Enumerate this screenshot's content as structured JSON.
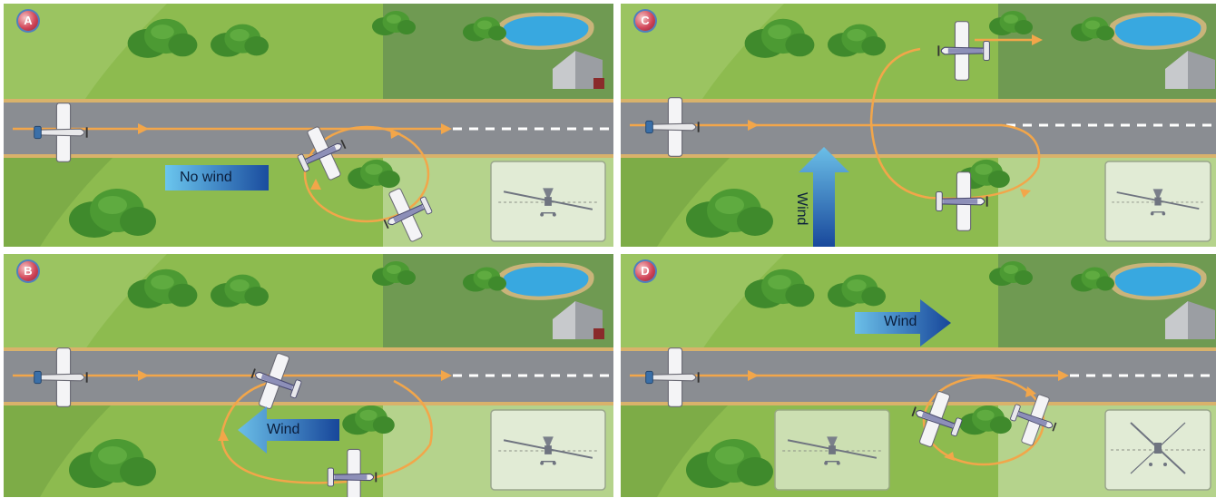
{
  "panels": [
    {
      "id": "A",
      "label": "A",
      "wind": "No wind"
    },
    {
      "id": "B",
      "label": "B",
      "wind": "Wind"
    },
    {
      "id": "C",
      "label": "C",
      "wind": "Wind"
    },
    {
      "id": "D",
      "label": "D",
      "wind": "Wind"
    }
  ],
  "colors": {
    "grass_dark": "#6e9e3f",
    "grass": "#8dbb4f",
    "grass_light": "#a9cd73",
    "field_dark": "#6f9a52",
    "field_light": "#b5d38c",
    "runway": "#8a8d92",
    "runway_edge": "#d9b26b",
    "path": "#f2a64a",
    "water": "#38a8e0",
    "wind_arrow_light": "#6bbfe8",
    "wind_arrow_dark": "#17469a"
  },
  "icons": [
    "airplane-icon",
    "tree-icon",
    "pond-icon",
    "barn-icon",
    "wind-arrow-icon",
    "turn-arrow-icon",
    "airplane-inset-icon"
  ]
}
